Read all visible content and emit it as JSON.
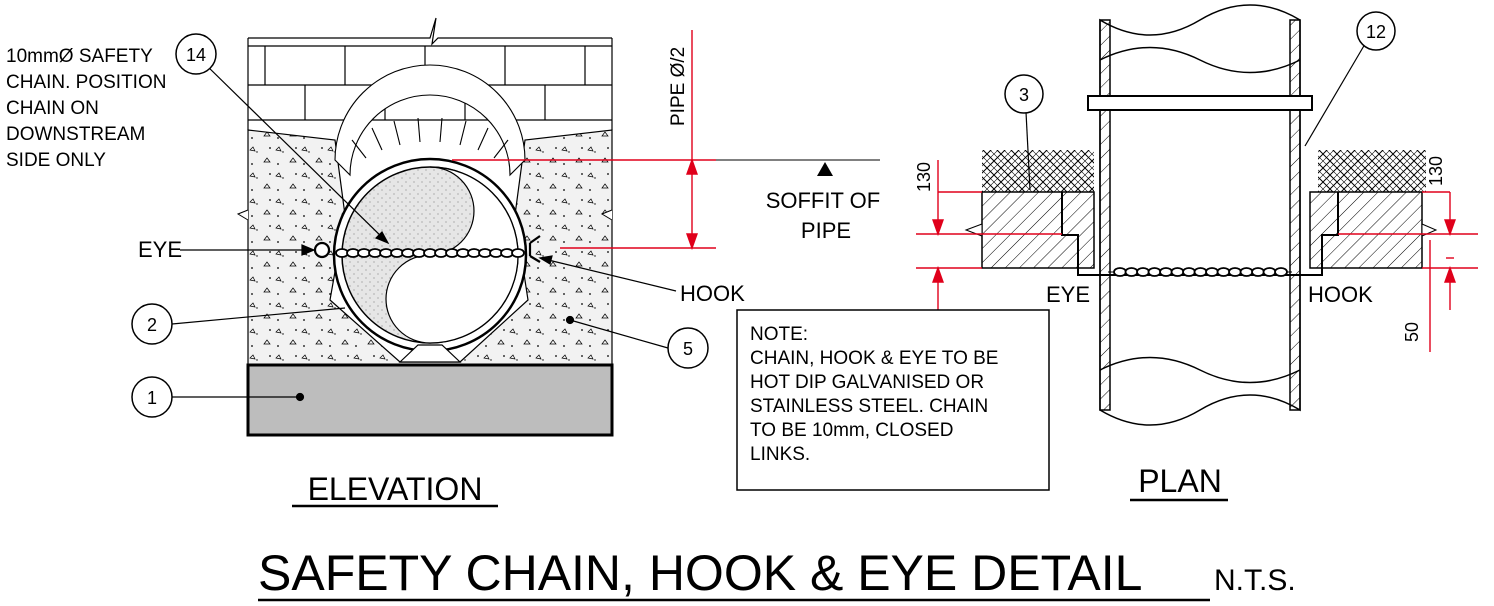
{
  "title": {
    "main": "SAFETY CHAIN, HOOK & EYE DETAIL",
    "scale": "N.T.S."
  },
  "elevation": {
    "label": "ELEVATION",
    "chain_note": [
      "10mmØ SAFETY",
      "CHAIN. POSITION",
      "CHAIN ON",
      "DOWNSTREAM",
      "SIDE ONLY"
    ],
    "eye_label": "EYE",
    "hook_label": "HOOK",
    "pipe_dim": "PIPE Ø/2",
    "soffit_label": [
      "SOFFIT OF",
      "PIPE"
    ],
    "callouts": [
      "14",
      "2",
      "1",
      "5"
    ]
  },
  "plan": {
    "label": "PLAN",
    "eye_label": "EYE",
    "hook_label": "HOOK",
    "dim_left": "130",
    "dim_right": "130",
    "dim_bottom": "50",
    "callouts": [
      "3",
      "12"
    ]
  },
  "note": {
    "lines": [
      "NOTE:",
      "CHAIN, HOOK & EYE TO BE",
      "HOT DIP GALVANISED OR",
      "STAINLESS STEEL. CHAIN",
      "TO BE 10mm, CLOSED",
      "LINKS."
    ]
  },
  "colors": {
    "line": "#000000",
    "dimension": "#e0001b",
    "concrete_fill": "#f3f3f3",
    "base_fill": "#bdbdbd",
    "pipe_fill": "#e8e8e8"
  }
}
